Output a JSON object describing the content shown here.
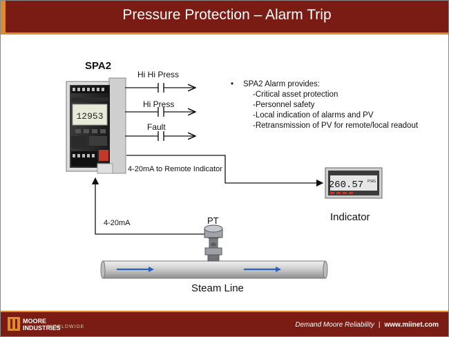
{
  "slide": {
    "title": "Pressure Protection – Alarm Trip"
  },
  "device": {
    "name": "SPA2",
    "display_value": "12953"
  },
  "alarms": {
    "hi_hi": "Hi Hi Press",
    "hi": "Hi Press",
    "fault": "Fault"
  },
  "notes": {
    "lead": "SPA2 Alarm provides:",
    "items": [
      "-Critical asset protection",
      "-Personnel safety",
      "-Local indication of alarms and PV",
      "-Retransmission of PV for remote/local readout"
    ]
  },
  "signals": {
    "remote": "4-20mA to Remote Indicator",
    "input": "4-20mA"
  },
  "indicator": {
    "name": "Indicator",
    "display_value": "260.57",
    "unit": "PSIG"
  },
  "transmitter": {
    "name": "PT"
  },
  "pipe": {
    "name": "Steam Line"
  },
  "footer": {
    "brand_line1": "MOORE",
    "brand_line2": "INDUSTRIES",
    "brand_worldwide": "WORLDWIDE",
    "tagline": "Demand Moore Reliability",
    "separator": "|",
    "url": "www.miinet.com"
  },
  "colors": {
    "title_bar": "#7a1c14",
    "accent": "#e18a28"
  }
}
